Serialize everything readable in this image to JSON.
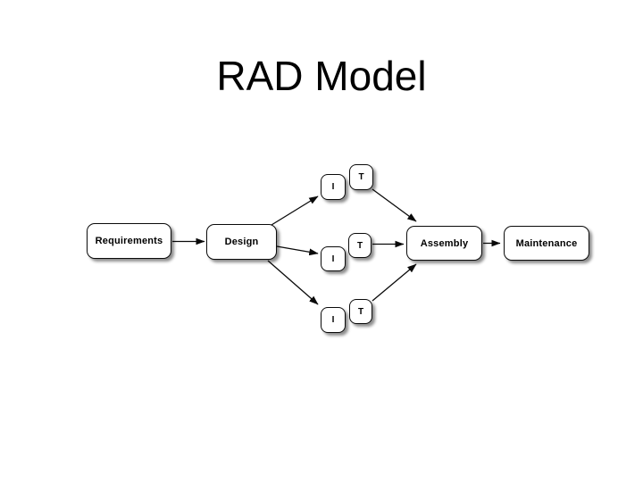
{
  "title": "RAD Model",
  "colors": {
    "background": "#ffffff",
    "ink": "#000000",
    "box_fill": "#ffffff",
    "box_shadow": "#808080"
  },
  "diagram": {
    "stages": [
      {
        "id": "requirements",
        "label": "Requirements"
      },
      {
        "id": "design",
        "label": "Design"
      },
      {
        "id": "assembly",
        "label": "Assembly"
      },
      {
        "id": "maintenance",
        "label": "Maintenance"
      }
    ],
    "iteration_tracks": [
      {
        "implement_label": "I",
        "test_label": "T"
      },
      {
        "implement_label": "I",
        "test_label": "T"
      },
      {
        "implement_label": "I",
        "test_label": "T"
      }
    ],
    "edges": [
      {
        "from": "Requirements",
        "to": "Design"
      },
      {
        "from": "Design",
        "to": "I/T track top"
      },
      {
        "from": "Design",
        "to": "I/T track middle"
      },
      {
        "from": "Design",
        "to": "I/T track bottom"
      },
      {
        "from": "I/T track top",
        "to": "Assembly"
      },
      {
        "from": "I/T track middle",
        "to": "Assembly"
      },
      {
        "from": "I/T track bottom",
        "to": "Assembly"
      },
      {
        "from": "Assembly",
        "to": "Maintenance"
      }
    ]
  }
}
